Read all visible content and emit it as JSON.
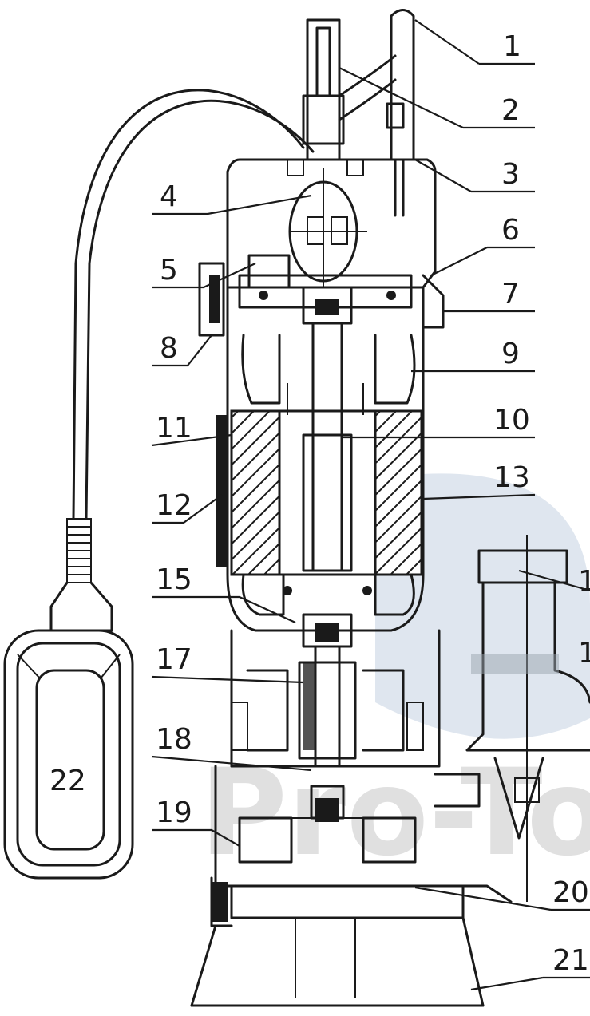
{
  "diagram": {
    "part_labels": [
      "1",
      "2",
      "3",
      "4",
      "5",
      "6",
      "7",
      "8",
      "9",
      "10",
      "11",
      "12",
      "13",
      "15",
      "17",
      "18",
      "19",
      "20",
      "21",
      "22",
      "1",
      "1"
    ],
    "float_label": "22",
    "watermark_text": "Pro-To",
    "watermark_color": "#b8c8dc"
  }
}
